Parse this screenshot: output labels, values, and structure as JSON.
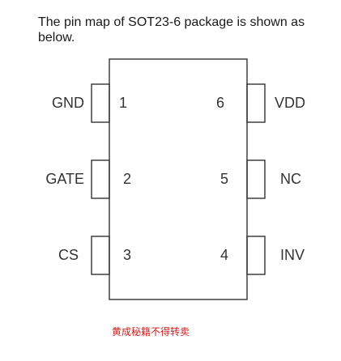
{
  "intro_text": "The pin map of SOT23-6 package is shown as below.",
  "pins_left": [
    {
      "number": "1",
      "name": "GND"
    },
    {
      "number": "2",
      "name": "GATE"
    },
    {
      "number": "3",
      "name": "CS"
    }
  ],
  "pins_right": [
    {
      "number": "6",
      "name": "VDD"
    },
    {
      "number": "5",
      "name": "NC"
    },
    {
      "number": "4",
      "name": "INV"
    }
  ],
  "watermark": "黄成秘籍不得转卖",
  "colors": {
    "outline": "#333333",
    "watermark": "#cc1e1e"
  }
}
